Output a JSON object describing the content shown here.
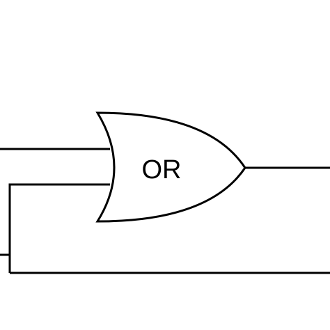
{
  "diagram": {
    "type": "logic-gate-schematic",
    "gate": {
      "kind": "or-gate",
      "label": "OR"
    },
    "colors": {
      "stroke": "#000000",
      "text": "#000000",
      "background": "#ffffff"
    },
    "wires": [
      {
        "role": "input-a"
      },
      {
        "role": "input-b-feedback"
      },
      {
        "role": "output"
      },
      {
        "role": "feedback-loop"
      }
    ]
  }
}
